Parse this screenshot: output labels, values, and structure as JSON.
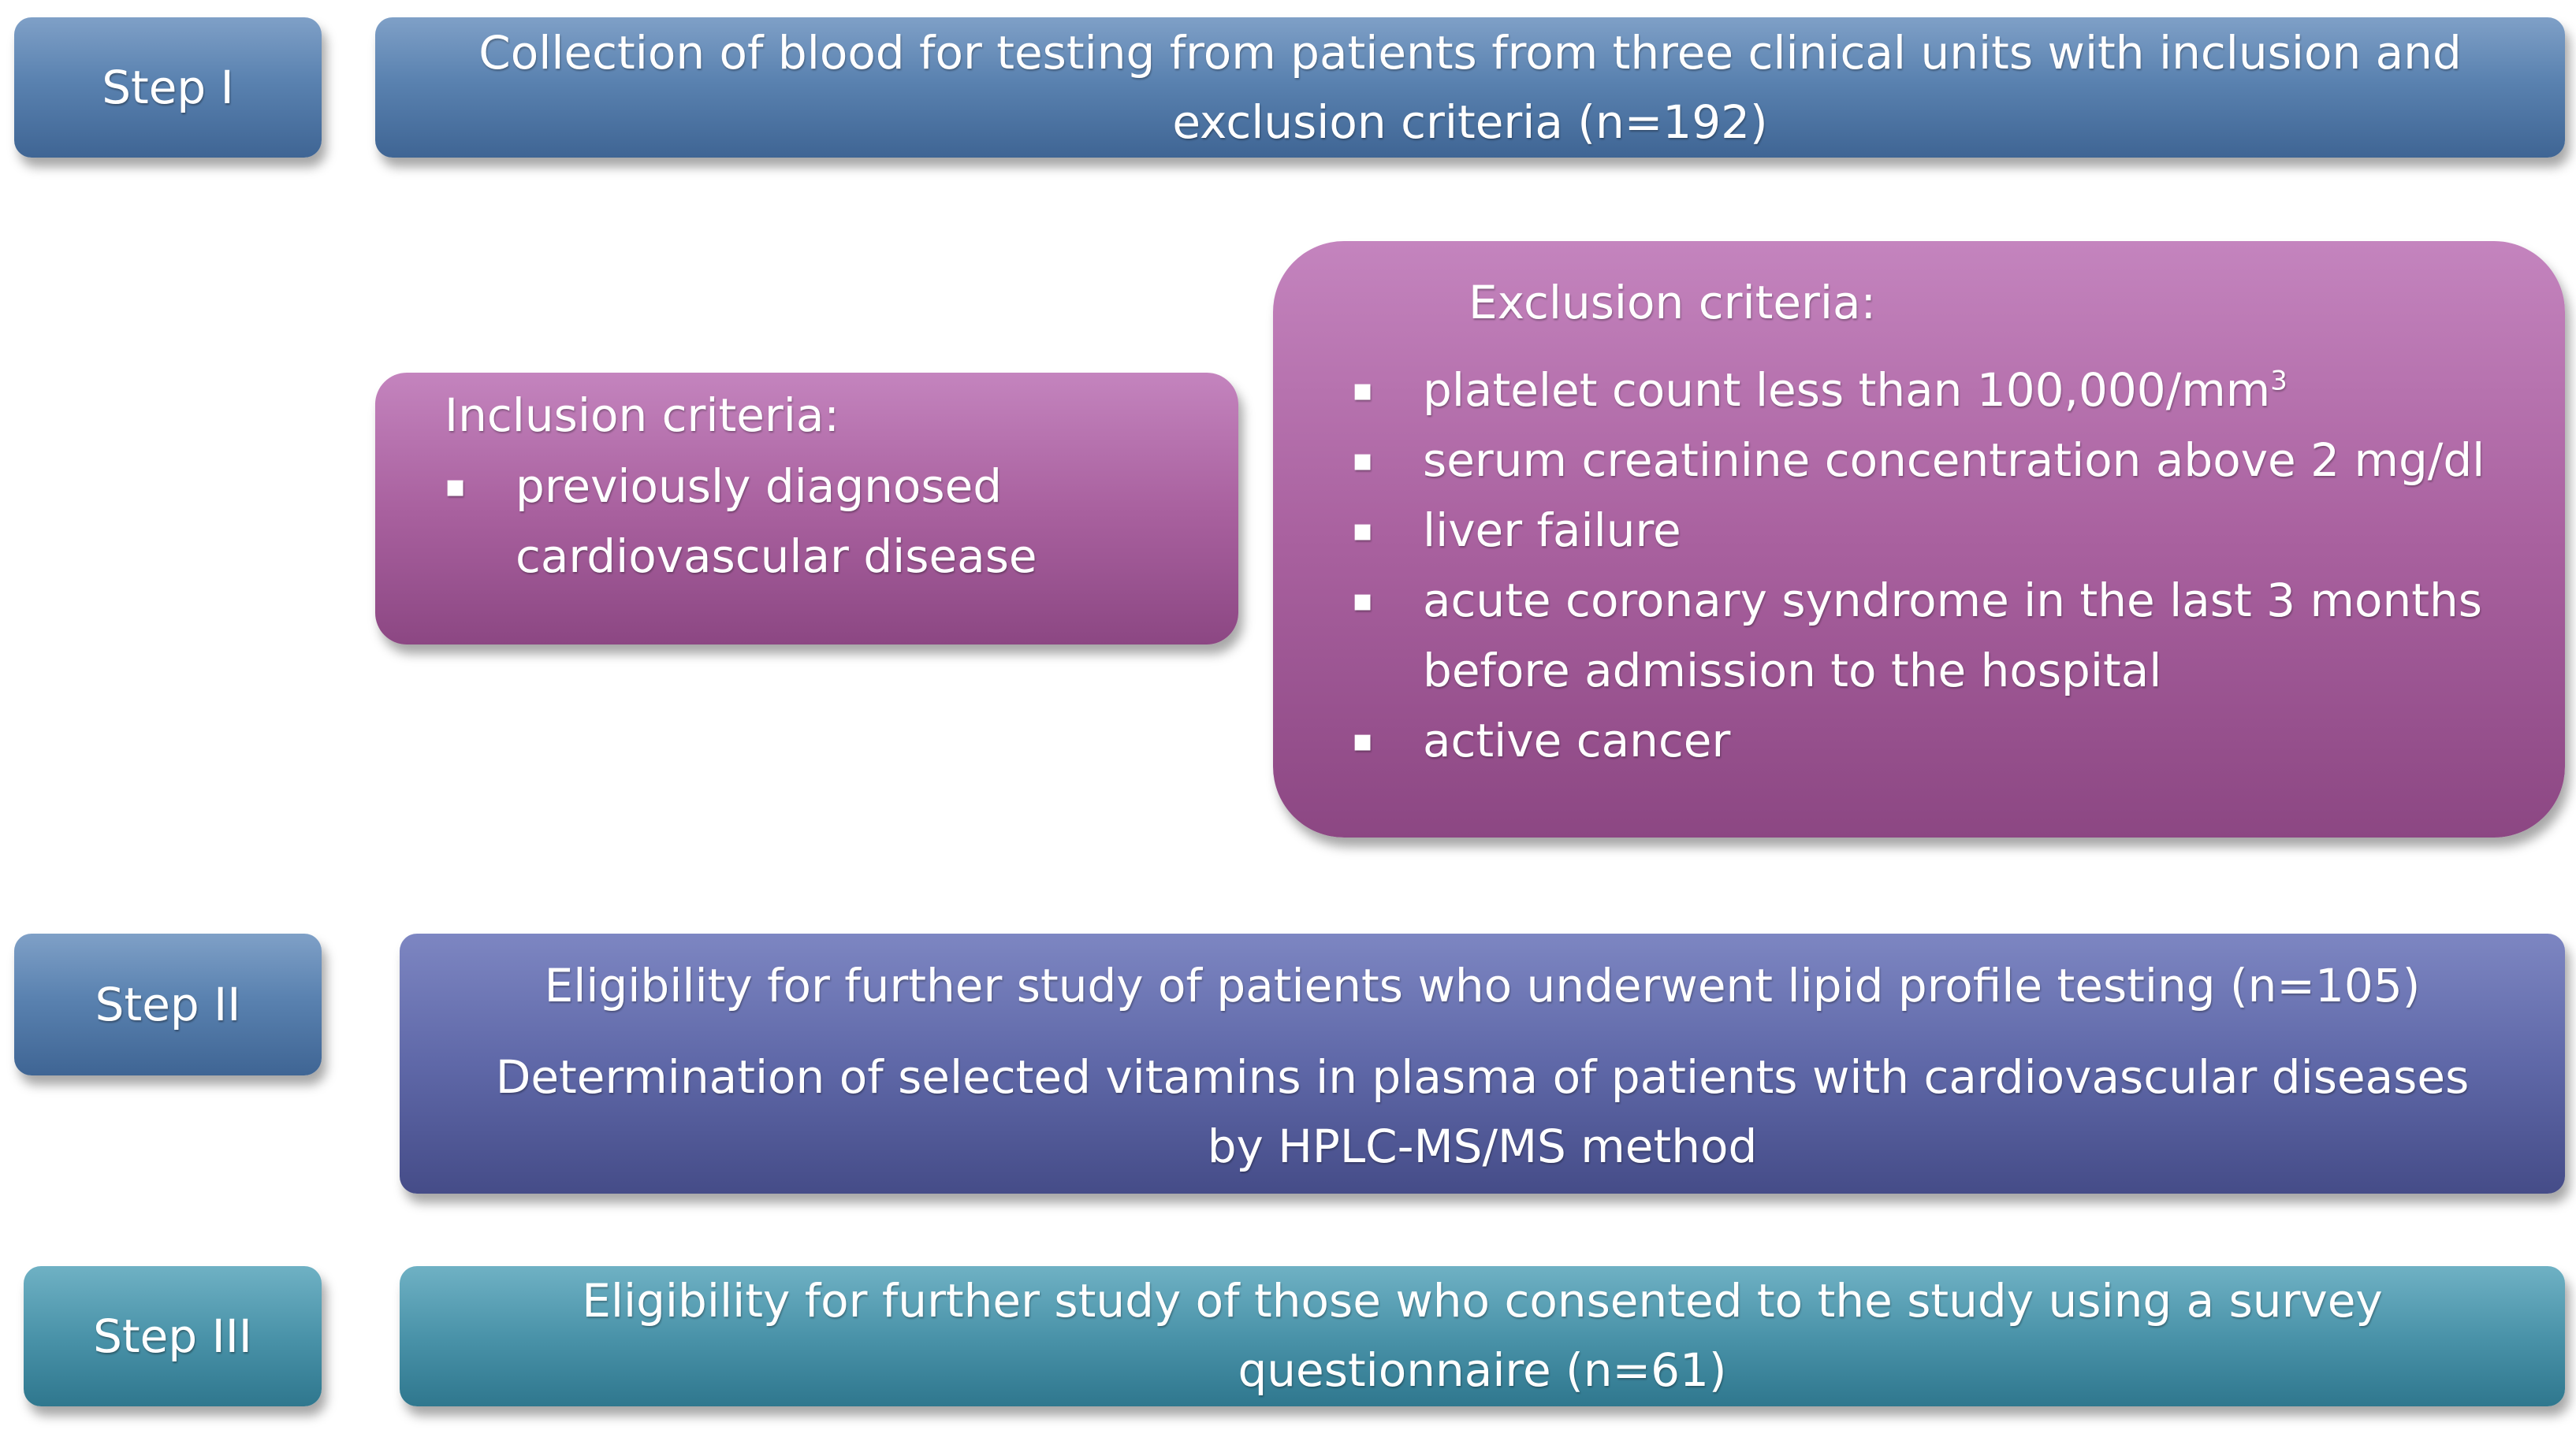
{
  "steps": {
    "step1": {
      "label": "Step I",
      "text": "Collection of blood for testing from patients from three clinical units with inclusion and exclusion criteria (n=192)"
    },
    "step2": {
      "label": "Step II",
      "text1": "Eligibility for further study of patients who underwent lipid profile testing (n=105)",
      "text2": "Determination of selected vitamins in plasma of patients with cardiovascular diseases by HPLC-MS/MS method"
    },
    "step3": {
      "label": "Step III",
      "text": "Eligibility for further study of those who consented to the study using a survey questionnaire (n=61)"
    }
  },
  "inclusion": {
    "title": "Inclusion criteria:",
    "items": [
      "previously diagnosed cardiovascular disease"
    ]
  },
  "exclusion": {
    "title": "Exclusion criteria:",
    "items": [
      "platelet count less than 100,000/mm",
      "serum creatinine concentration above 2 mg/dl",
      "liver failure",
      "acute coronary syndrome in the last 3 months before admission to the hospital",
      "active cancer"
    ],
    "item1_sup": "3"
  },
  "bullet_symbol": "▪",
  "colors": {
    "step1": "#5a82b0",
    "step2": "#5f68a8",
    "step3": "#4a93a9",
    "criteria": "#a9619f"
  }
}
